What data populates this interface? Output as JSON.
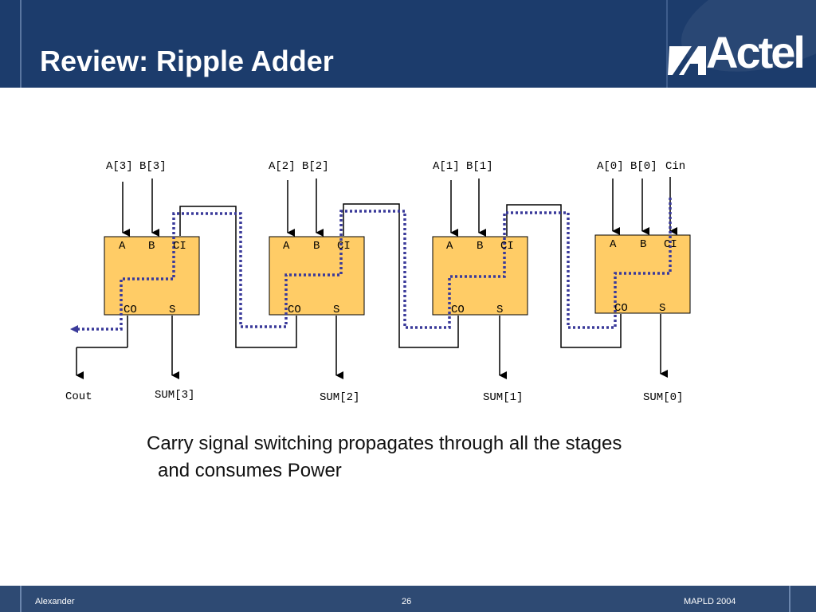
{
  "header": {
    "title": "Review: Ripple Adder",
    "logo_text": "Actel"
  },
  "diagram": {
    "stages": [
      {
        "inputs": "A[3] B[3]",
        "pin_a": "A",
        "pin_b": "B",
        "pin_ci": "CI",
        "pin_co": "CO",
        "pin_s": "S",
        "sum": "SUM[3]"
      },
      {
        "inputs": "A[2] B[2]",
        "pin_a": "A",
        "pin_b": "B",
        "pin_ci": "CI",
        "pin_co": "CO",
        "pin_s": "S",
        "sum": "SUM[2]"
      },
      {
        "inputs": "A[1] B[1]",
        "pin_a": "A",
        "pin_b": "B",
        "pin_ci": "CI",
        "pin_co": "CO",
        "pin_s": "S",
        "sum": "SUM[1]"
      },
      {
        "inputs": "A[0] B[0]",
        "pin_a": "A",
        "pin_b": "B",
        "pin_ci": "CI",
        "pin_co": "CO",
        "pin_s": "S",
        "sum": "SUM[0]"
      }
    ],
    "cin": "Cin",
    "cout": "Cout",
    "colors": {
      "cell_fill": "#ffcc66",
      "wire": "#000000",
      "carry_path": "#3a3a9a",
      "header": "#1c3c6c"
    }
  },
  "caption": {
    "line1": "Carry signal switching propagates through all the stages",
    "line2": "and consumes Power"
  },
  "footer": {
    "author": "Alexander",
    "page": "26",
    "event": "MAPLD 2004"
  }
}
